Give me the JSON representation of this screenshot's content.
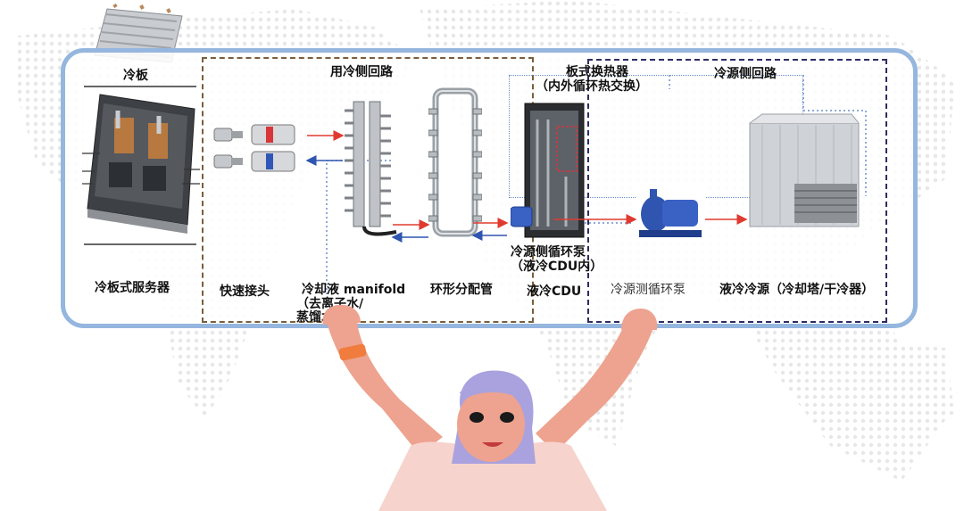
{
  "labels": {
    "cold_plate": "冷板",
    "user_loop": "用冷侧回路",
    "plate_hx_line1": "板式换热器",
    "plate_hx_line2": "（内外循环热交换）",
    "source_loop": "冷源侧回路",
    "pump_in_cdu_line1": "冷源侧循环泵",
    "pump_in_cdu_line2": "（液冷CDU内）",
    "server": "冷板式服务器",
    "quick_connector": "快速接头",
    "coolant_line1": "冷却液  manifold",
    "coolant_line2": "（去离子水/",
    "coolant_line3": "蒸馏水等）",
    "ring_manifold": "环形分配管",
    "cdu": "液冷CDU",
    "source_pump": "冷源测循环泵",
    "cold_source": "液冷冷源（冷却塔/干冷器）"
  },
  "colors": {
    "frame": "#95b6de",
    "user_loop_border": "#7a5e3c",
    "source_loop_border": "#2e2b63",
    "supply_arrow": "#e03a2f",
    "return_arrow": "#2f55b0",
    "skin": "#eda38f",
    "shirt": "#f7d3cd",
    "hair": "#a9a2de"
  }
}
